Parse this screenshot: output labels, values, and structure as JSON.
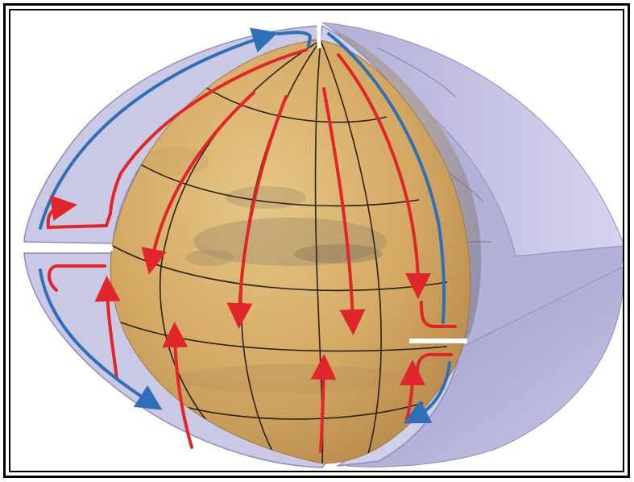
{
  "figure": {
    "subject": "planet-globe-with-atmospheric-circulation-cutaway",
    "colors": {
      "planet_light": "#e2c07a",
      "planet_mid": "#cfa25a",
      "planet_dark": "#b9894a",
      "surface_mark": "#8e7d66",
      "atmosphere_fill": "#c9c9e6",
      "atmosphere_outline": "#8c8cc0",
      "shell_shadow": "#a9a6cf",
      "upper_flow": "#2f6fb8",
      "lower_flow": "#e0262a",
      "grid_line": "#2a2016",
      "frame": "#000000"
    },
    "icons": {
      "upper_flow": "blue-arrow",
      "lower_flow": "red-arrow"
    }
  }
}
